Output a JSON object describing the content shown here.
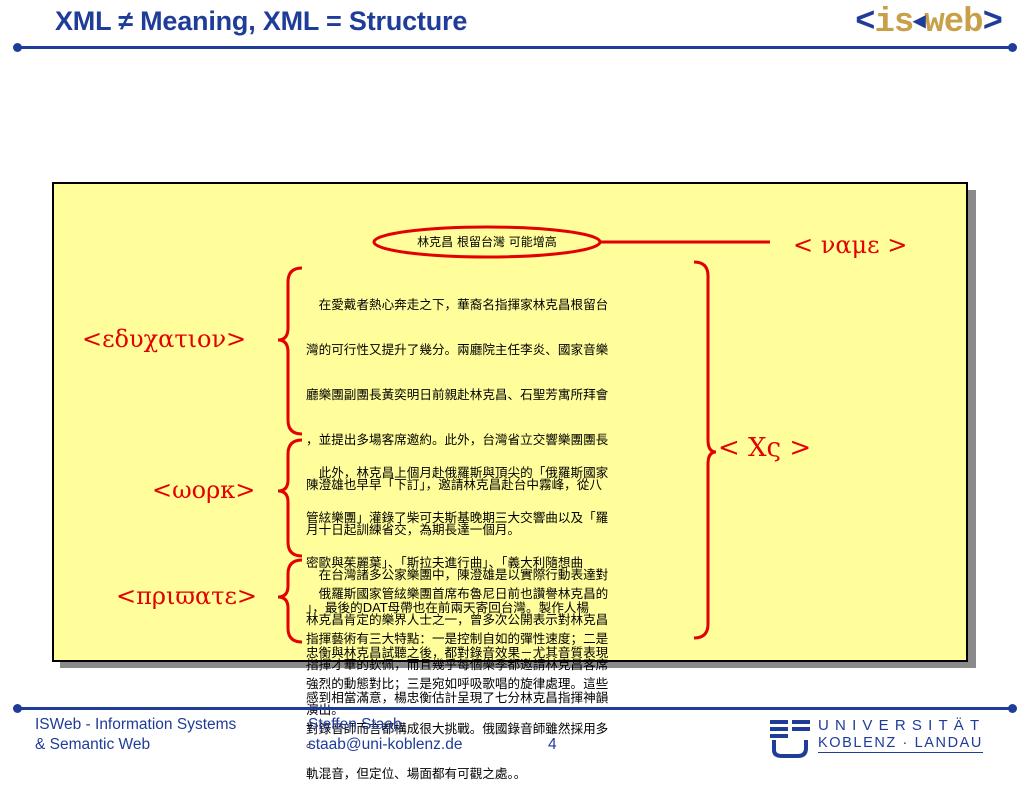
{
  "header": {
    "title": "XML ≠ Meaning, XML = Structure",
    "logo": {
      "open": "<",
      "left": "is",
      "mark": "◂",
      "right": "web",
      "close": ">"
    }
  },
  "document": {
    "title": "林克昌 根留台灣 可能增高",
    "paragraphs": [
      {
        "lines": [
          "　在愛戴者熱心奔走之下，華裔名指揮家林克昌根留台",
          "灣的可行性又提升了幾分。兩廳院主任李炎、國家音樂",
          "廳樂團副團長黃奕明日前親赴林克昌、石聖芳寓所拜會",
          "，並提出多場客席邀約。此外，台灣省立交響樂團團長",
          "陳澄雄也早早「下訂」，邀請林克昌赴台中霧峰，從八",
          "月十日起訓練省交，為期長達一個月。",
          "　在台灣諸多公家樂團中，陳澄雄是以實際行動表達對",
          "林克昌肯定的樂界人士之一，曾多次公開表示對林克昌",
          "指揮才華的欽佩，而且幾乎每個樂季都邀請林克昌客席",
          "演出。"
        ]
      },
      {
        "lines": [
          "　此外，林克昌上個月赴俄羅斯與頂尖的「俄羅斯國家",
          "管絃樂團」灌錄了柴可夫斯基晚期三大交響曲以及「羅",
          "密歐與茱麗葉」、「斯拉夫進行曲」、「義大利隨想曲",
          "」，最後的DAT母帶也在前兩天寄回台灣。製作人楊",
          "忠衡與林克昌試聽之後，都對錄音效果－尤其音質表現",
          "感到相當滿意，楊忠衡估計呈現了七分林克昌指揮神韻",
          "。"
        ]
      },
      {
        "lines": [
          "　俄羅斯國家管絃樂團首席布魯尼日前也讚譽林克昌的",
          "指揮藝術有三大特點：一是控制自如的彈性速度；二是",
          "強烈的動態對比；三是宛如呼吸歌唱的旋律處理。這些",
          "對錄音師而言都構成很大挑戰。俄國錄音師雖然採用多",
          "軌混音，但定位、場面都有可觀之處。。"
        ]
      }
    ]
  },
  "tags": {
    "name": "< ναμε >",
    "education": "<εδυχατιον>",
    "work": "<ωορκ>",
    "private": "<πριϖατε>",
    "cv": "< Χς >"
  },
  "colors": {
    "brand_blue": "#1f3c99",
    "logo_gold": "#c8a049",
    "tag_red": "#e30000",
    "panel_yellow": "#fffe9a"
  },
  "footer": {
    "org_line1": "ISWeb - Information Systems",
    "org_line2": "& Semantic Web",
    "author": "Steffen Staab",
    "email": "staab@uni-koblenz.de",
    "page": "4",
    "university_line1": "UNIVERSITÄT",
    "university_line2": "KOBLENZ · LANDAU"
  }
}
